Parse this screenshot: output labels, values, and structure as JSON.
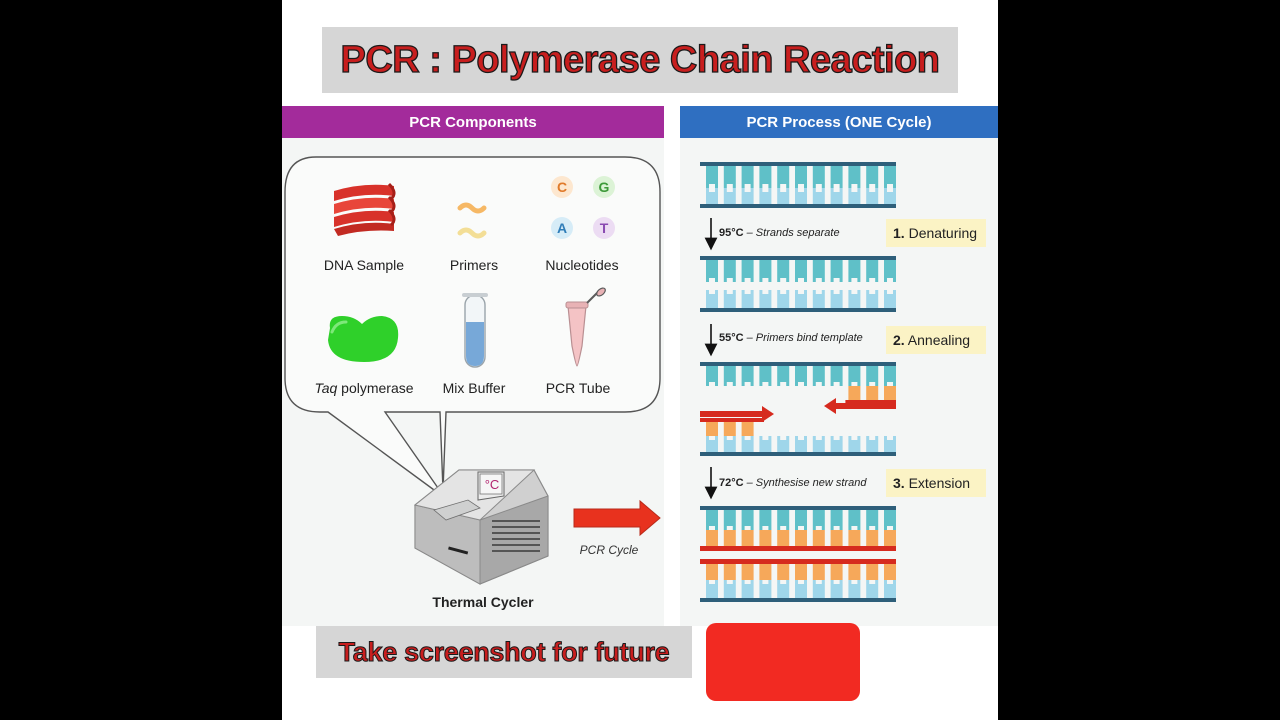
{
  "title": "PCR : Polymerase Chain Reaction",
  "components_header": "PCR Components",
  "process_header": "PCR Process  (ONE Cycle)",
  "components": {
    "dna_sample": "DNA Sample",
    "primers": "Primers",
    "nucleotides": "Nucleotides",
    "nucleotide_letters": [
      "C",
      "G",
      "A",
      "T"
    ],
    "taq_italic": "Taq",
    "taq_rest": " polymerase",
    "mix_buffer": "Mix Buffer",
    "pcr_tube": "PCR Tube"
  },
  "thermal_cycler": "Thermal Cycler",
  "thermal_display": "°C",
  "pcr_cycle": "PCR Cycle",
  "steps": [
    {
      "temp": "95°C",
      "desc": " – Strands separate",
      "num": "1.",
      "name": " Denaturing"
    },
    {
      "temp": "55°C",
      "desc": " – Primers bind template",
      "num": "2.",
      "name": " Annealing"
    },
    {
      "temp": "72°C",
      "desc": " – Synthesise new strand",
      "num": "3.",
      "name": " Extension"
    }
  ],
  "footer_text": "Take screenshot for future",
  "colors": {
    "title_red": "#c81e1e",
    "components_purple": "#a32b9b",
    "process_blue": "#2f6fc1",
    "strand_navy": "#2e5f7a",
    "strand_teal": "#5fc0c8",
    "strand_light_blue": "#9fd6ea",
    "new_strand_orange": "#f6a85a",
    "primer_red": "#d62a1e",
    "step_label_bg": "#fbf3c5",
    "button_red": "#f22a22"
  }
}
